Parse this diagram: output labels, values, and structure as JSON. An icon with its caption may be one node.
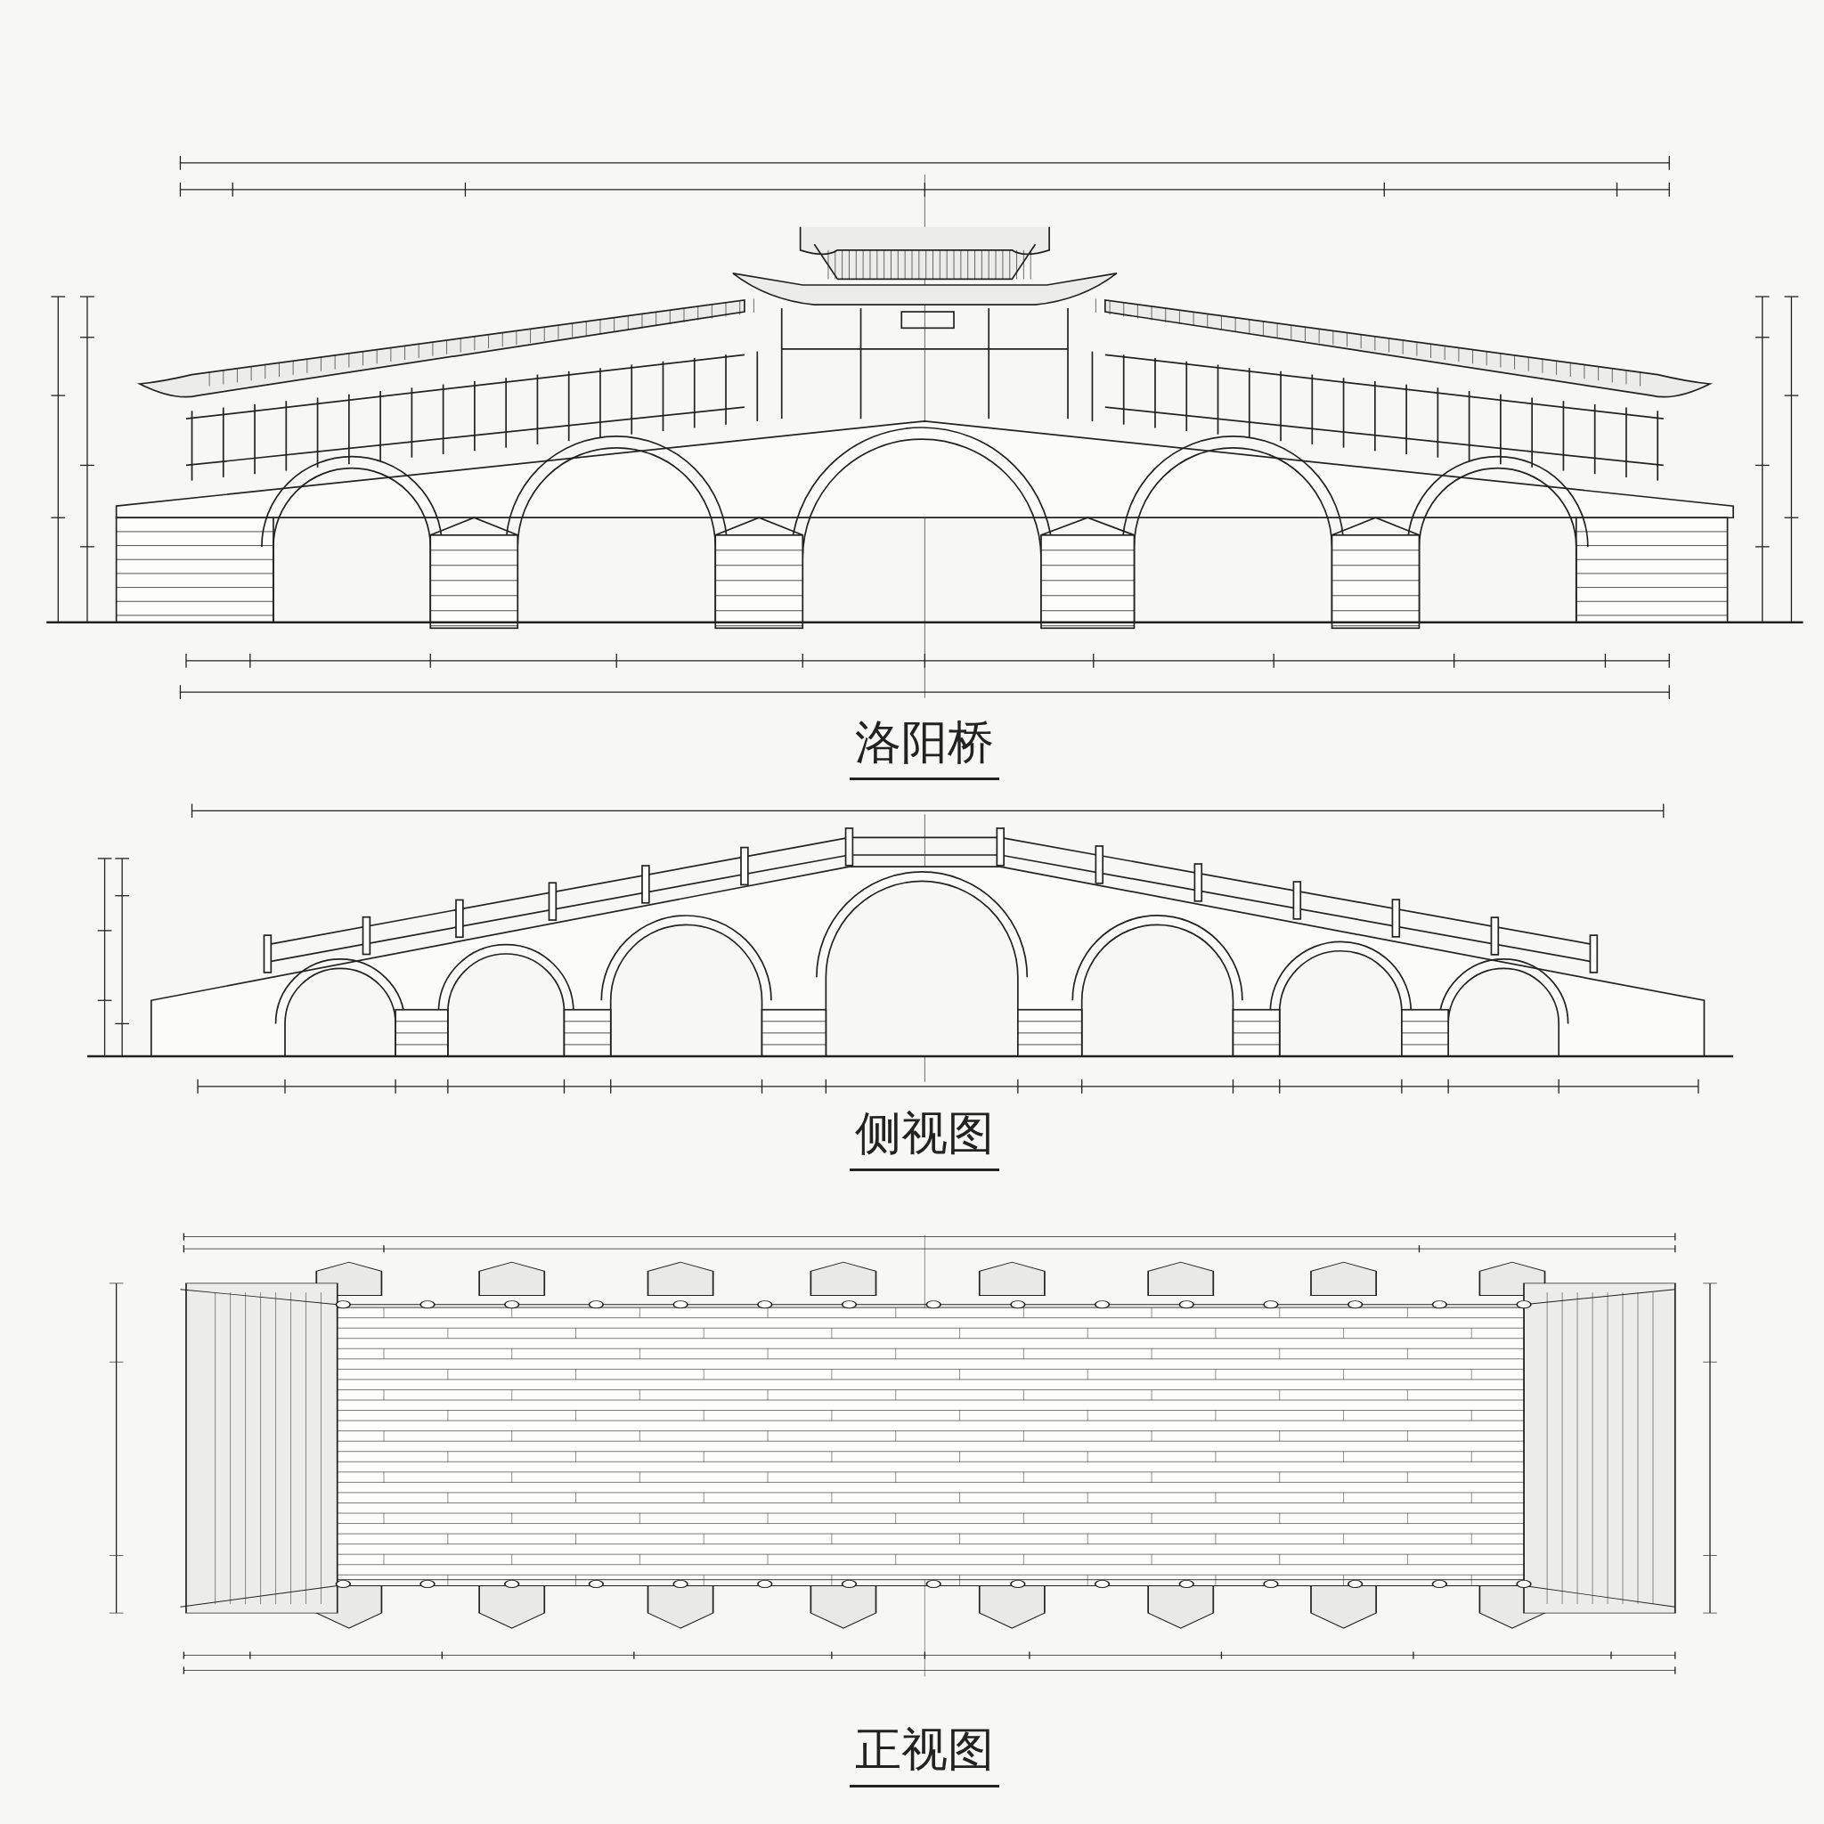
{
  "diagram": {
    "labels": [
      "洛阳桥",
      "侧视图",
      "正视图"
    ]
  }
}
